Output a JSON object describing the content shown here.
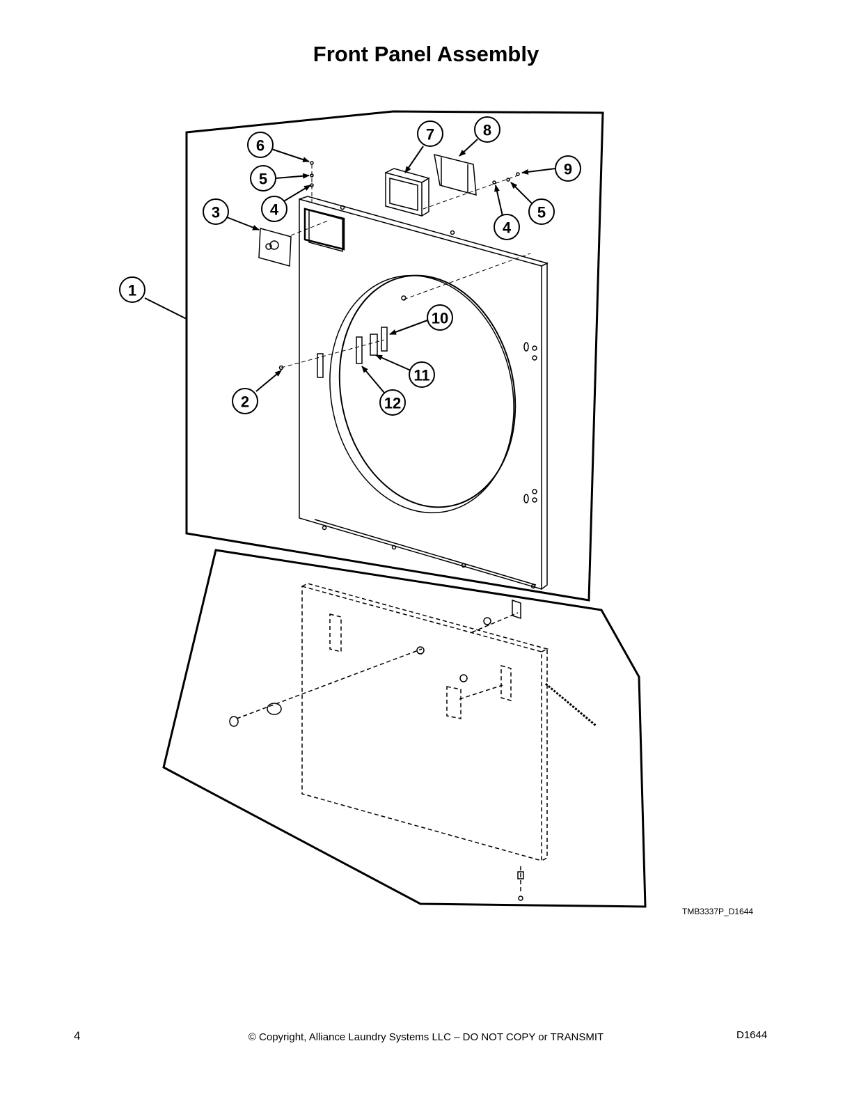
{
  "page": {
    "title": "Front Panel Assembly",
    "drawing_ref": "TMB3337P_D1644",
    "page_number": "4",
    "copyright": "© Copyright, Alliance Laundry Systems LLC – DO NOT COPY or TRANSMIT",
    "doc_id": "D1644"
  },
  "callouts": [
    "1",
    "2",
    "3",
    "4",
    "5",
    "6",
    "7",
    "8",
    "9",
    "4",
    "5",
    "10",
    "11",
    "12"
  ]
}
